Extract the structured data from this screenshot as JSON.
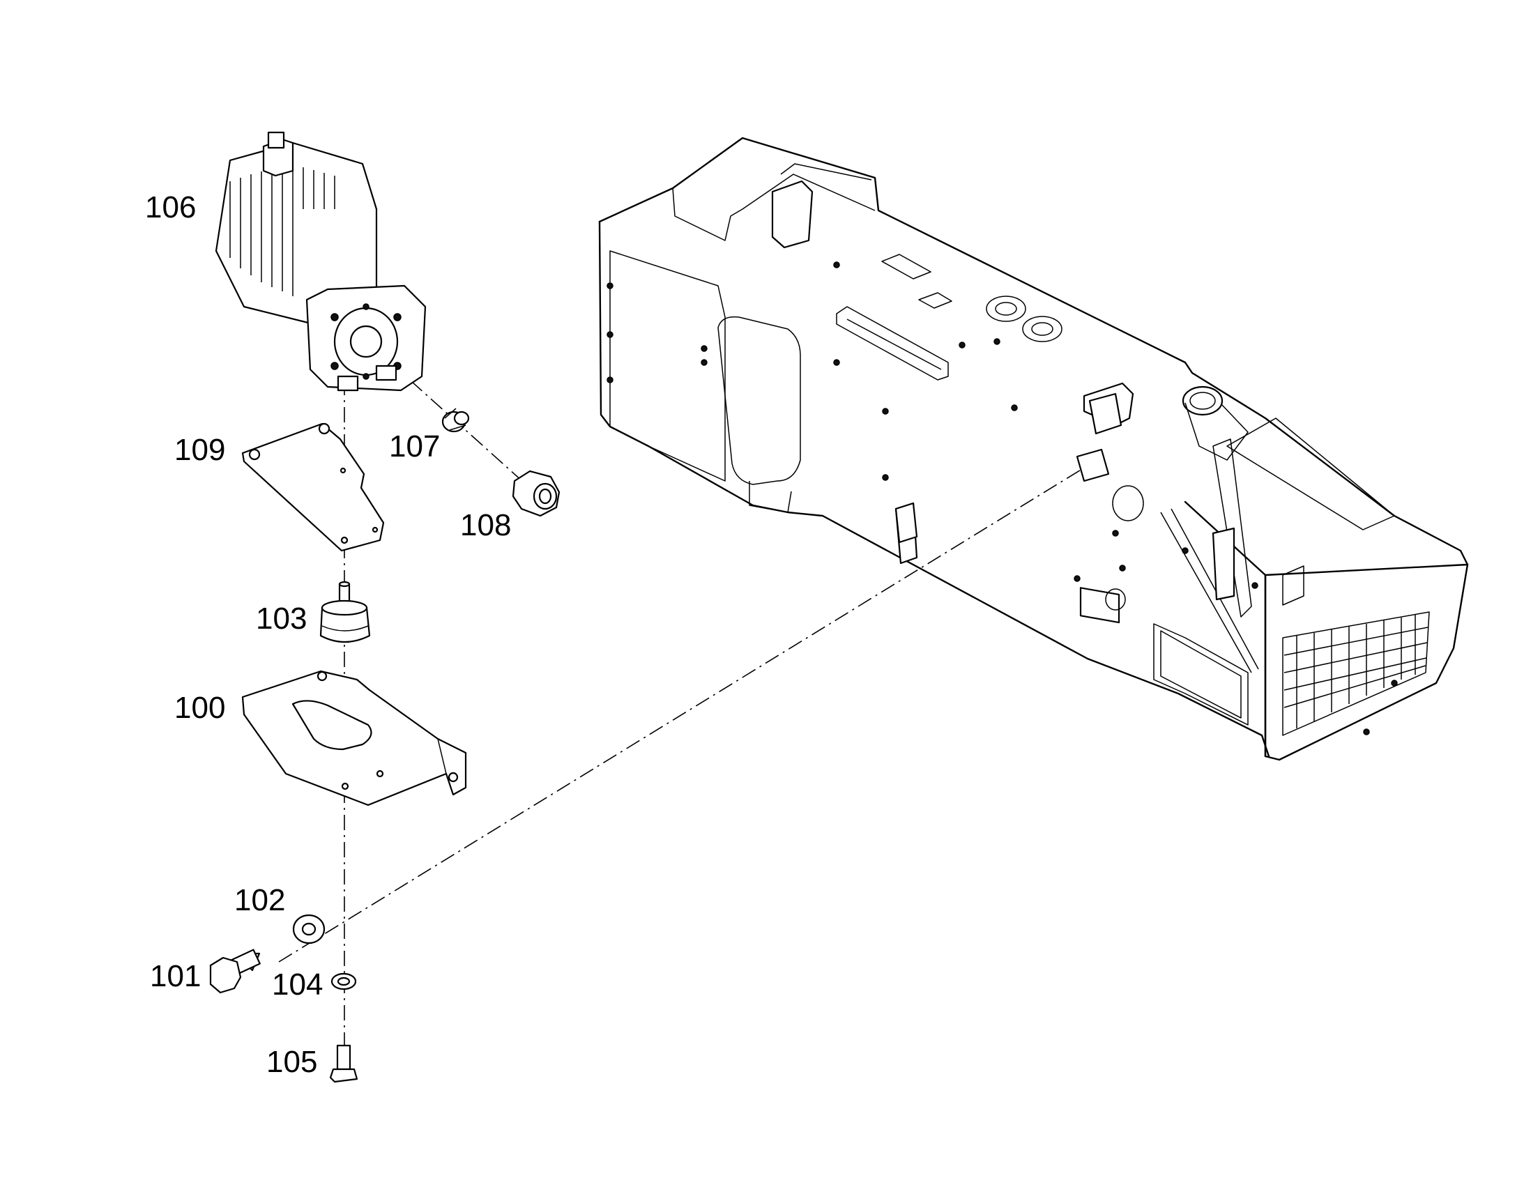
{
  "diagram": {
    "type": "exploded-parts-drawing",
    "callouts": [
      {
        "id": "c106",
        "text": "106"
      },
      {
        "id": "c109",
        "text": "109"
      },
      {
        "id": "c107",
        "text": "107"
      },
      {
        "id": "c108",
        "text": "108"
      },
      {
        "id": "c103",
        "text": "103"
      },
      {
        "id": "c100",
        "text": "100"
      },
      {
        "id": "c102",
        "text": "102"
      },
      {
        "id": "c101",
        "text": "101"
      },
      {
        "id": "c104",
        "text": "104"
      },
      {
        "id": "c105",
        "text": "105"
      }
    ]
  }
}
